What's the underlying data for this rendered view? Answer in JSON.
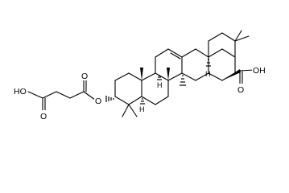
{
  "structure": {
    "type": "skeletal-formula",
    "atom_labels": {
      "acid_oh_right": "OH",
      "acid_o_right": "O",
      "acid_oh_left": "HO",
      "acid_o_left": "O",
      "ester_o_carbonyl": "O",
      "ester_o_link": "O",
      "h_c18": "H",
      "h_c9": "H",
      "h_c5": "H"
    }
  }
}
